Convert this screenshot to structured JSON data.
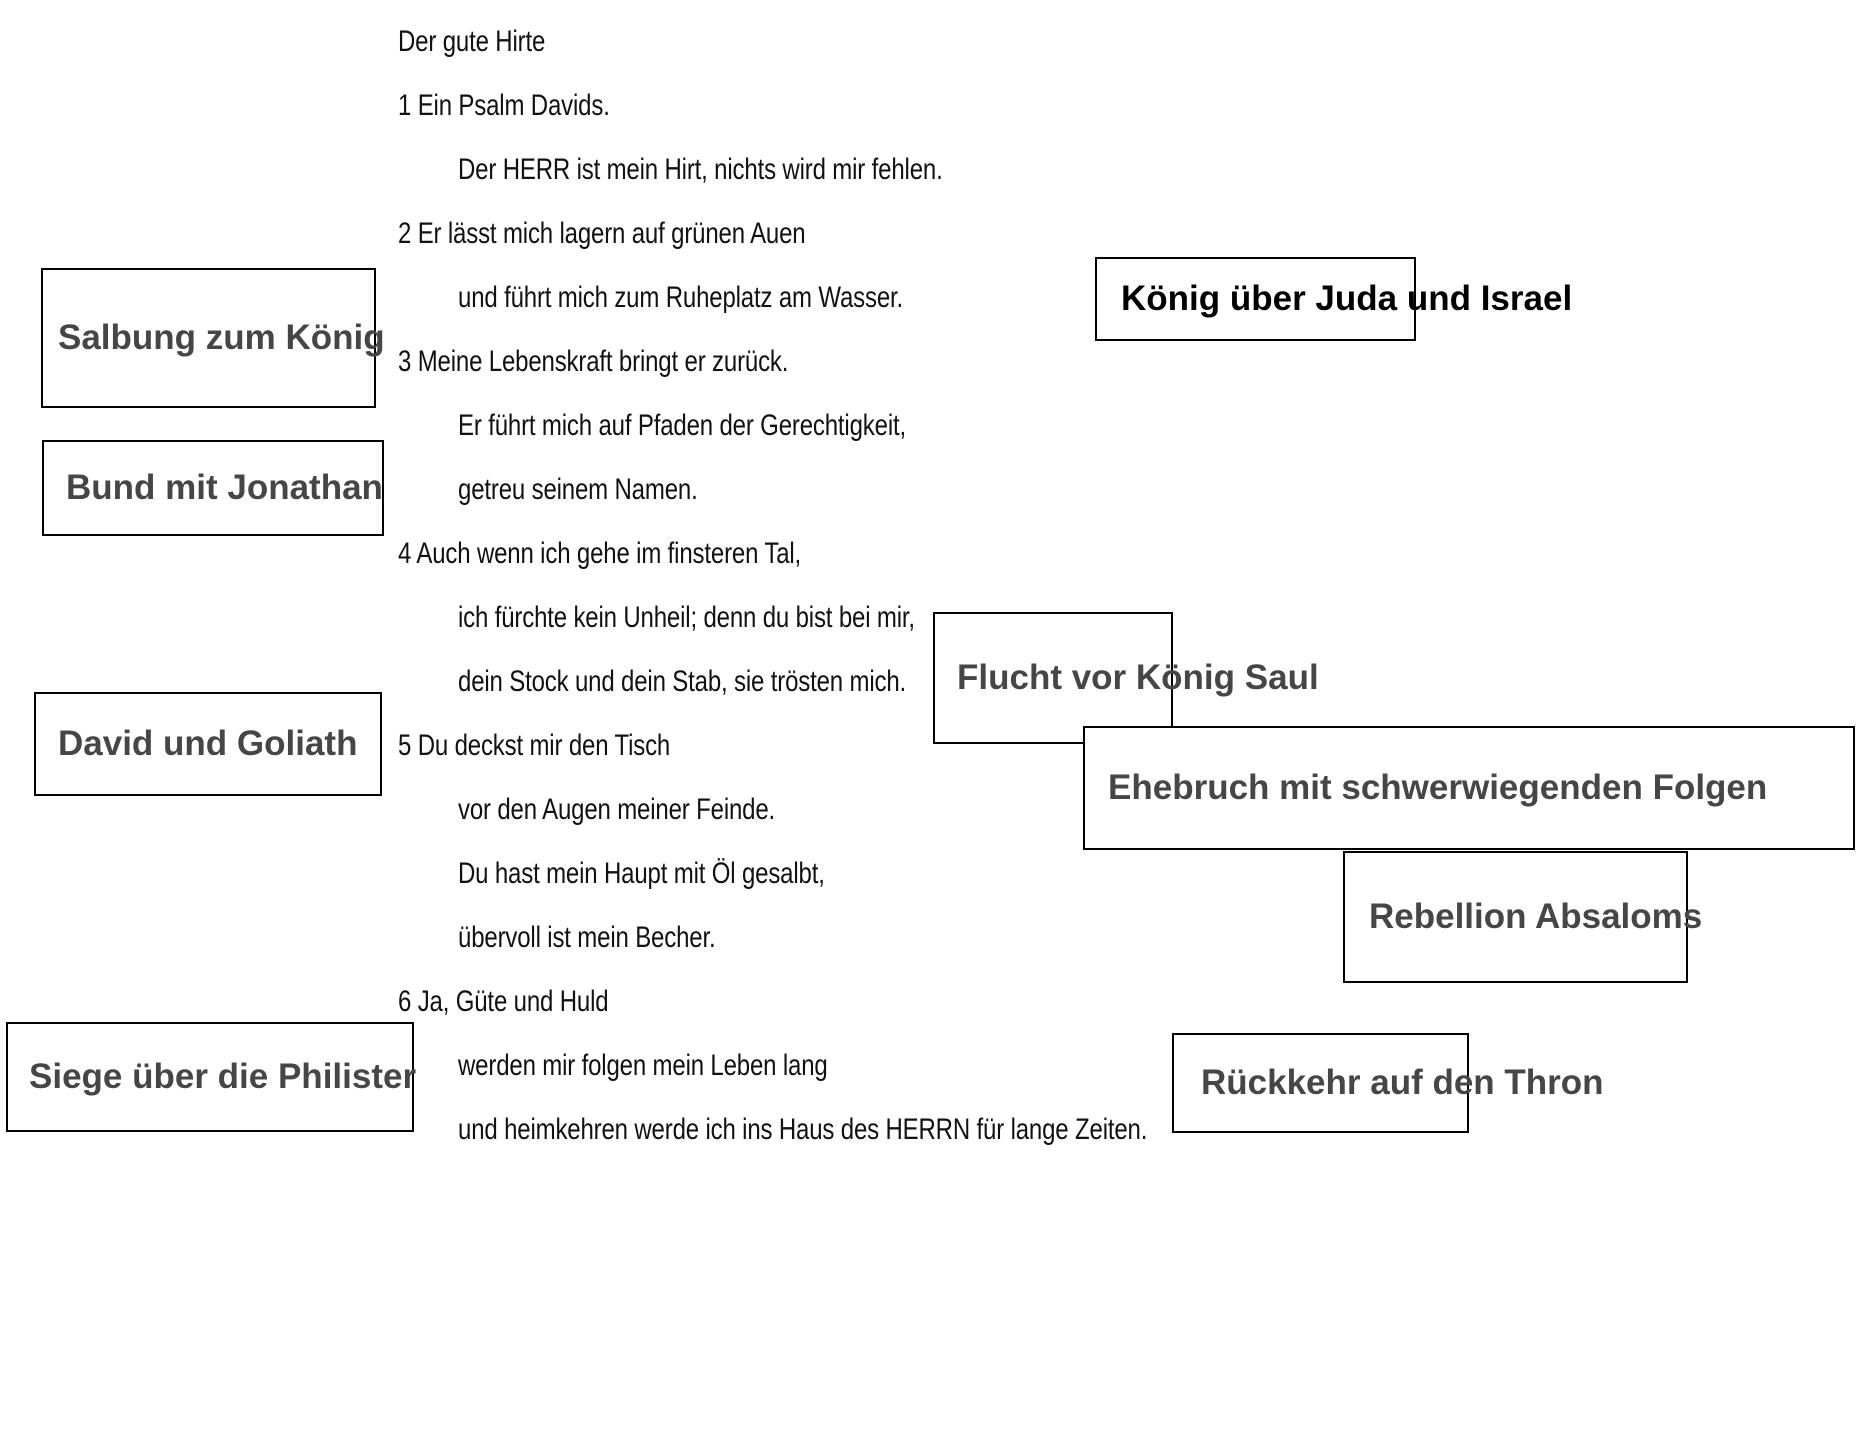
{
  "document": {
    "title": "Psalm 23 – Der gute Hirte mit Stationen aus Davids Leben",
    "background_color": "#ffffff",
    "text_color": "#111111",
    "box_label_color": "#464646",
    "box_border_color": "#000000"
  },
  "psalm": {
    "heading": "Der gute Hirte",
    "lines": [
      {
        "text": "1 Ein Psalm Davids.",
        "indent": false
      },
      {
        "text": "Der HERR ist mein Hirt, nichts wird mir fehlen.",
        "indent": true
      },
      {
        "text": "2 Er lässt mich lagern auf grünen Auen",
        "indent": false
      },
      {
        "text": "und führt mich zum Ruheplatz am Wasser.",
        "indent": true
      },
      {
        "text": "3 Meine Lebenskraft bringt er zurück.",
        "indent": false
      },
      {
        "text": "Er führt mich auf Pfaden der Gerechtigkeit,",
        "indent": true
      },
      {
        "text": "getreu seinem Namen.",
        "indent": true
      },
      {
        "text": "4 Auch wenn ich gehe im finsteren Tal,",
        "indent": false
      },
      {
        "text": "ich fürchte kein Unheil; denn du bist bei mir,",
        "indent": true
      },
      {
        "text": "dein Stock und dein Stab, sie trösten mich.",
        "indent": true
      },
      {
        "text": "5 Du deckst mir den Tisch",
        "indent": false
      },
      {
        "text": "vor den Augen meiner Feinde.",
        "indent": true
      },
      {
        "text": "Du hast mein Haupt mit Öl gesalbt,",
        "indent": true
      },
      {
        "text": "übervoll ist mein Becher.",
        "indent": true
      },
      {
        "text": "6 Ja, Güte und Huld",
        "indent": false
      },
      {
        "text": "werden mir folgen mein Leben lang",
        "indent": true
      },
      {
        "text": "und heimkehren werde ich ins Haus des HERRN für lange Zeiten.",
        "indent": true
      }
    ]
  },
  "event_boxes": [
    {
      "id": "box-salbung",
      "label": "Salbung zum König"
    },
    {
      "id": "box-bund",
      "label": "Bund mit Jonathan"
    },
    {
      "id": "box-goliath",
      "label": "David und Goliath"
    },
    {
      "id": "box-philister",
      "label": "Siege über die Philister"
    },
    {
      "id": "box-juda",
      "label": "König über Juda und Israel"
    },
    {
      "id": "box-saul",
      "label": "Flucht vor König Saul"
    },
    {
      "id": "box-ehebruch",
      "label": "Ehebruch mit schwerwiegenden Folgen"
    },
    {
      "id": "box-rebellion",
      "label": "Rebellion Absaloms"
    },
    {
      "id": "box-rueckkehr",
      "label": "Rückkehr auf den Thron"
    }
  ]
}
